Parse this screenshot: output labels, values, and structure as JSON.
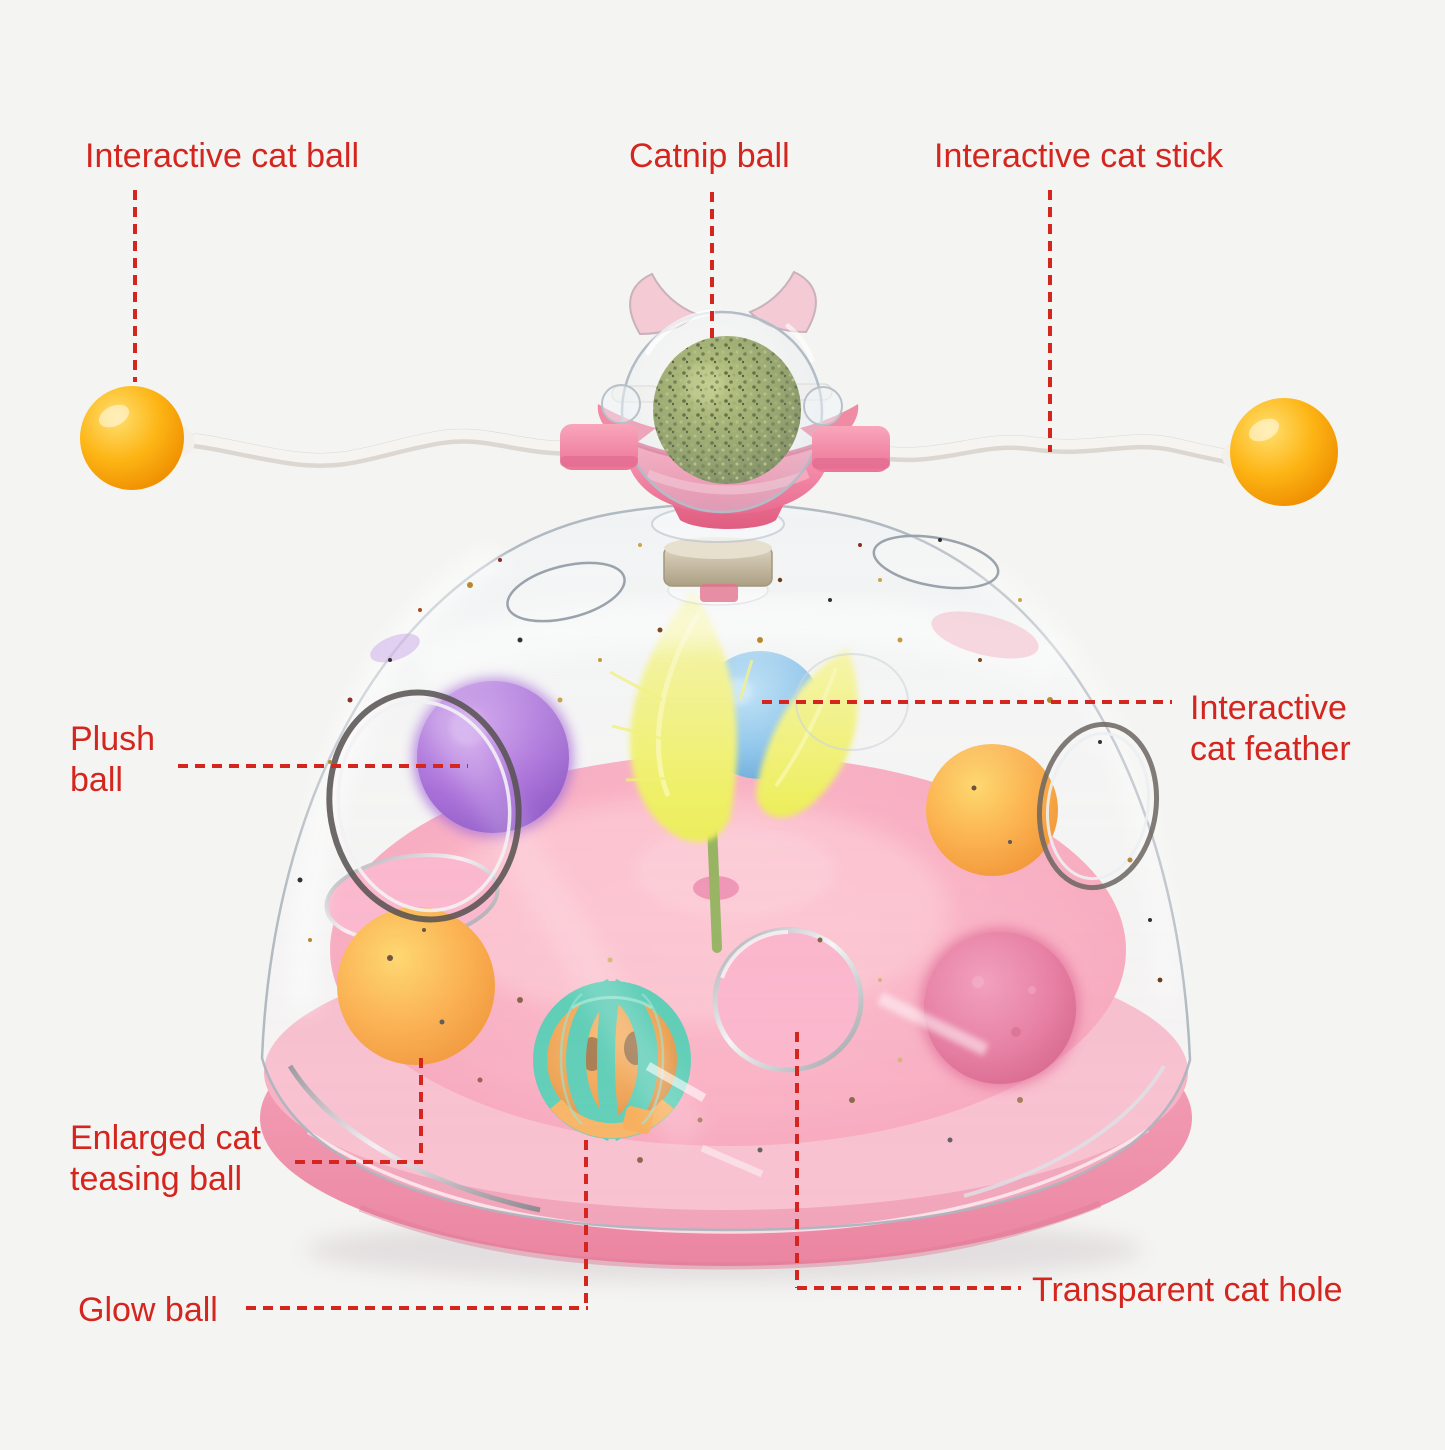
{
  "page": {
    "background_color": "#f4f4f2",
    "accent_color": "#d4261f"
  },
  "annotations": {
    "interactive_cat_ball": {
      "label": "Interactive cat ball"
    },
    "catnip_ball": {
      "label": "Catnip ball"
    },
    "interactive_cat_stick": {
      "label": "Interactive cat stick"
    },
    "plush_ball": {
      "label": "Plush ball"
    },
    "interactive_cat_feather": {
      "label": "Interactive cat feather"
    },
    "enlarged_cat_teasing_ball": {
      "label": "Enlarged cat teasing ball"
    },
    "glow_ball": {
      "label": "Glow ball"
    },
    "transparent_cat_hole": {
      "label": "Transparent cat hole"
    }
  },
  "product": {
    "colors": {
      "label_red": "#d4261f",
      "stick_ball_yellow": "#fdb515",
      "catnip_green": "#7f914a",
      "windmill_pink": "#ef7f9d",
      "plush_purple": "#9a55d3",
      "teasing_orange": "#fca026",
      "glow_ball_teal": "#35c4a6",
      "glow_ball_orange": "#f09a3a",
      "pompom_pink": "#e2608d",
      "feather_yellow": "#eef04f",
      "feather_stem_green": "#7fa43e",
      "blue_ball": "#57a9e0",
      "platform_pink": "#f79fb3",
      "base_pink": "#f29db4",
      "stick_white": "#f6f4f1"
    }
  }
}
